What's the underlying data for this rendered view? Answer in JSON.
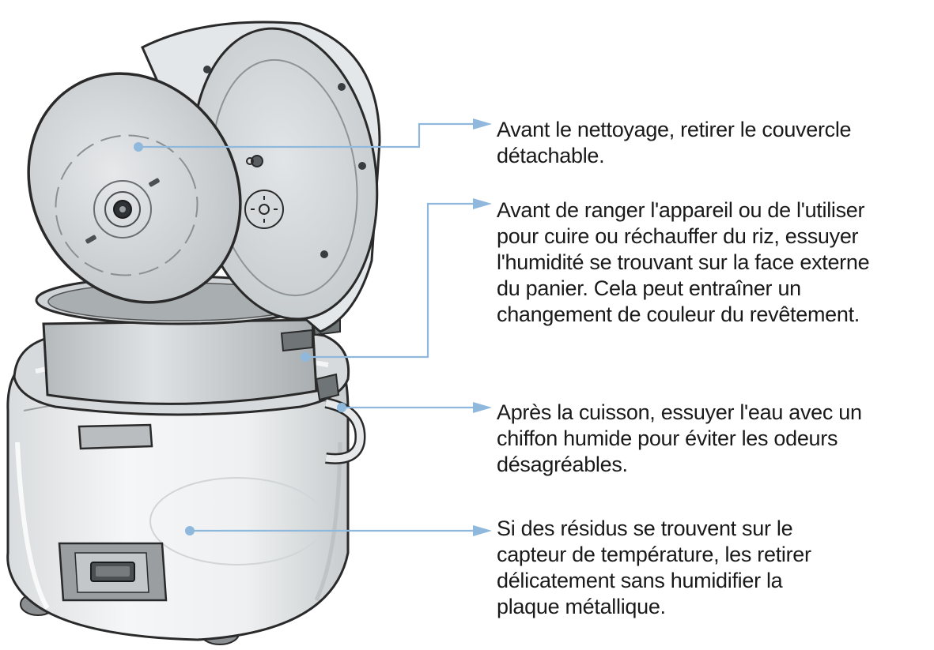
{
  "callouts": [
    {
      "id": "removable-lid",
      "lines": [
        "Avant le nettoyage, retirer le couvercle",
        "détachable."
      ]
    },
    {
      "id": "inner-pot",
      "lines": [
        "Avant de ranger l'appareil ou de l'utiliser",
        "pour cuire ou réchauffer du riz, essuyer",
        "l'humidité se trouvant sur la face externe",
        "du panier. Cela peut entraîner un",
        "changement de couleur du revêtement."
      ]
    },
    {
      "id": "steam-rim",
      "lines": [
        "Après la cuisson, essuyer l'eau avec un",
        "chiffon humide pour éviter les odeurs",
        "désagréables."
      ]
    },
    {
      "id": "temperature-sensor",
      "lines": [
        "Si des résidus se trouvent sur le",
        "capteur de température, les retirer",
        "délicatement sans humidifier la",
        "plaque métallique."
      ]
    }
  ],
  "colors": {
    "leader": "#8fb8dc",
    "outline": "#2a2a2a",
    "body_fill": "#eceeef",
    "metal_fill": "#c9cdd0",
    "panel_fill": "#9a9ea1"
  }
}
